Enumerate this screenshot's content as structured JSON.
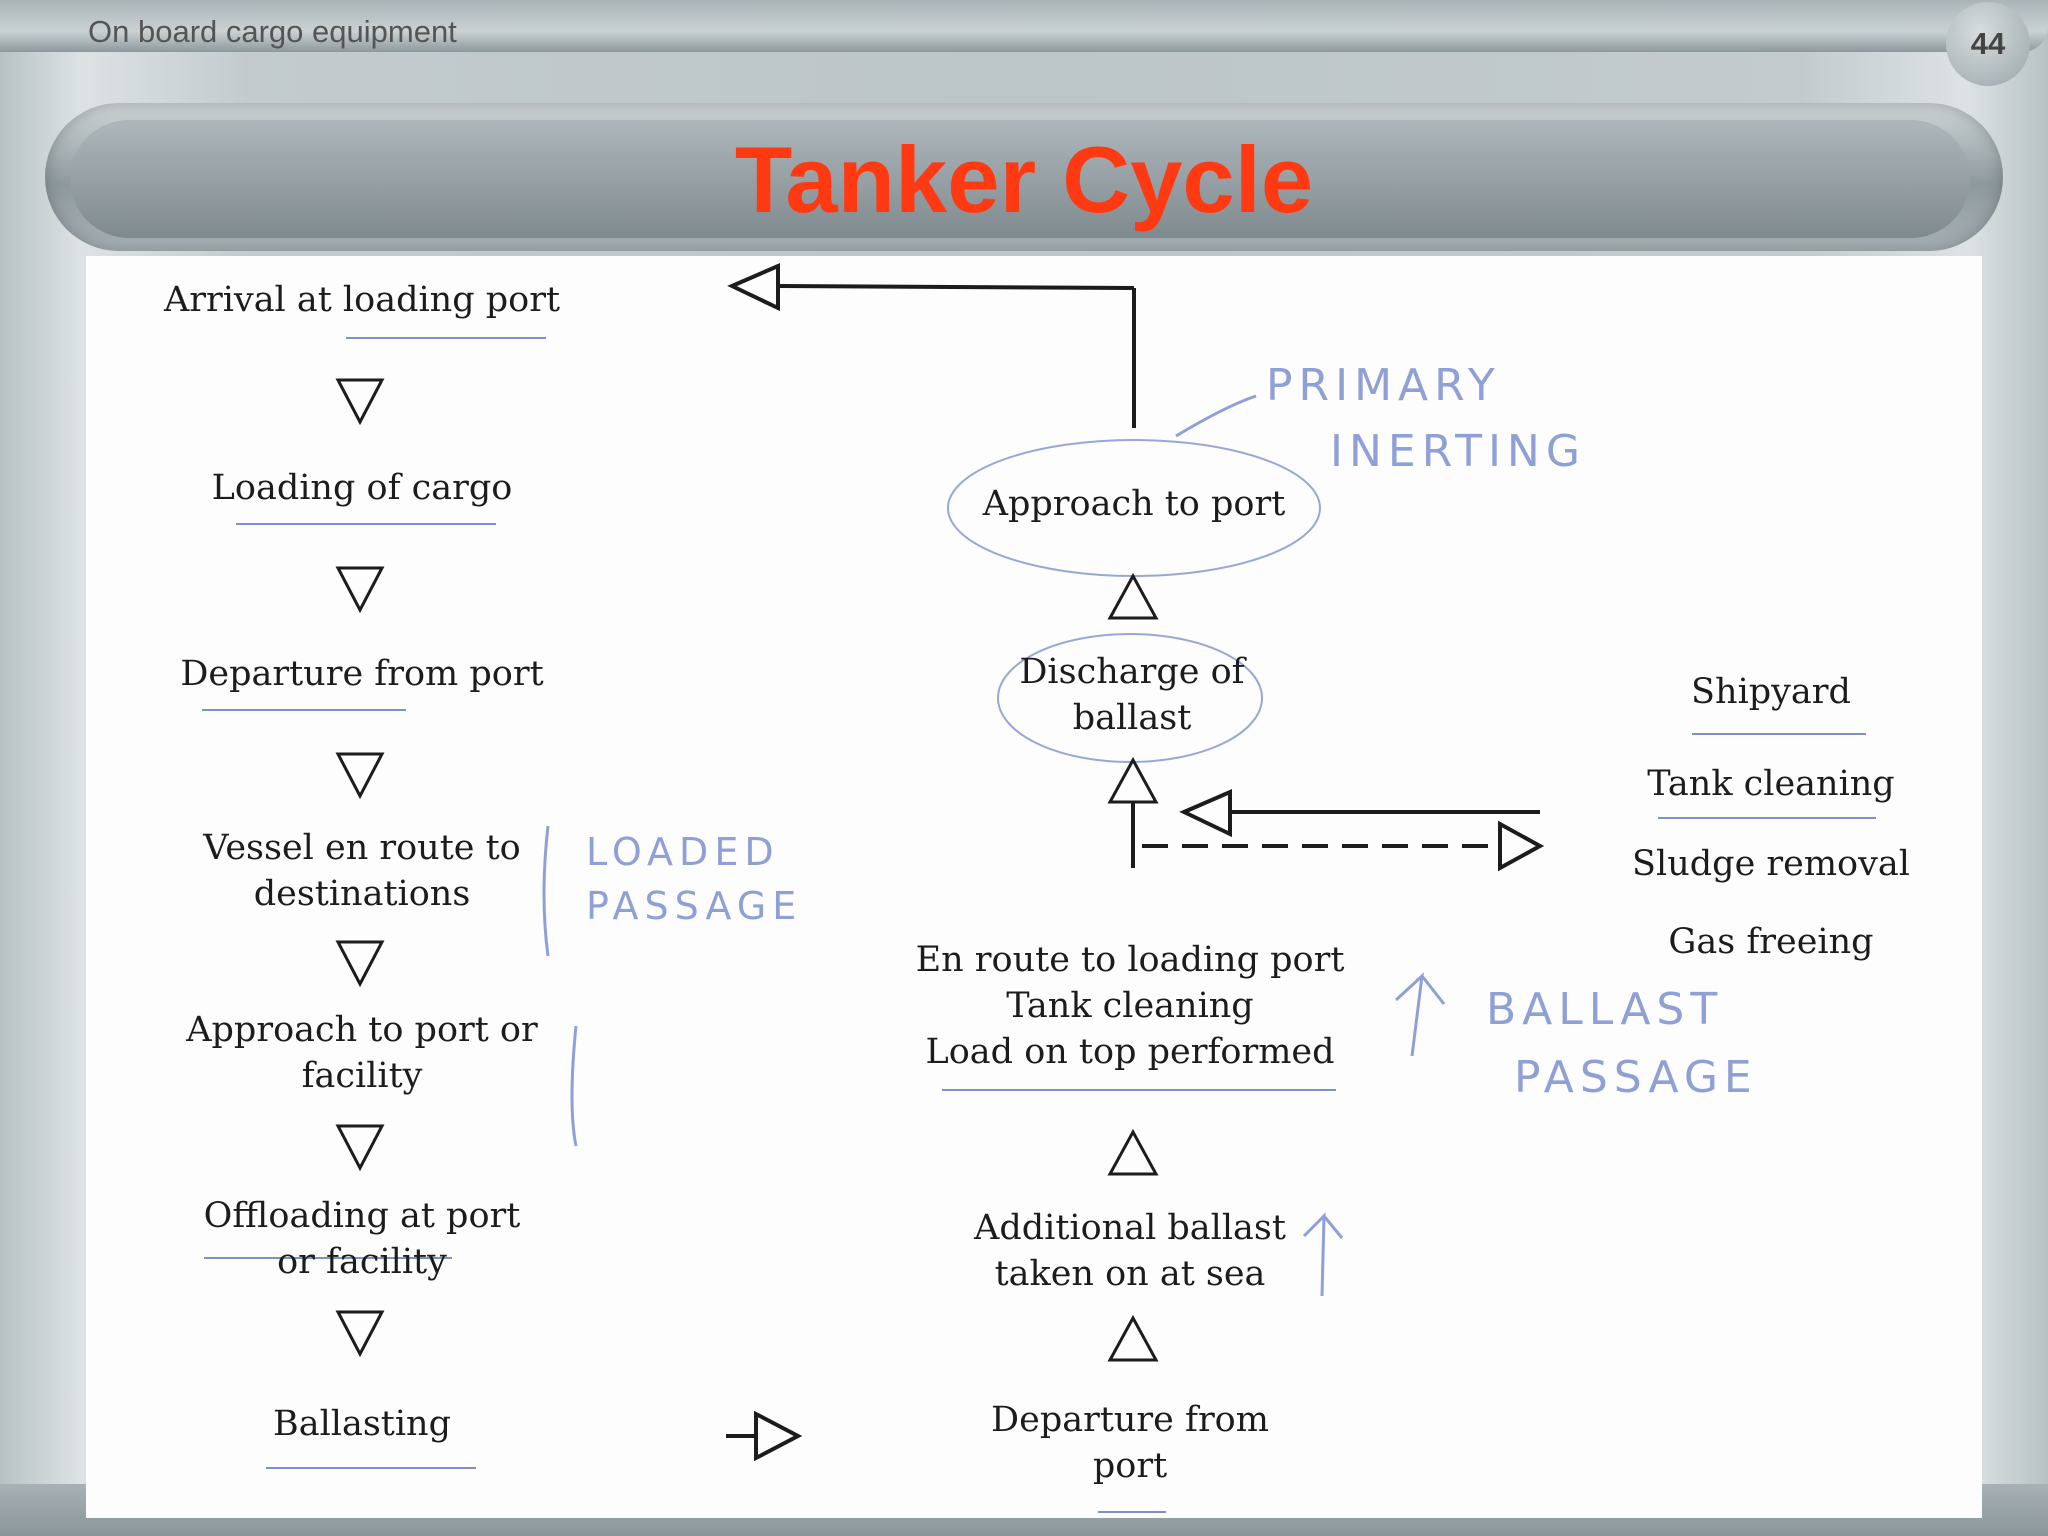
{
  "header": {
    "label": "On board cargo equipment",
    "page_number": "44"
  },
  "slide": {
    "title": "Tanker Cycle"
  },
  "diagram": {
    "left_column": {
      "arrival": "Arrival at loading port",
      "loading": "Loading of cargo",
      "departure": "Departure from port",
      "en_route_1": "Vessel en route to",
      "en_route_2": "destinations",
      "approach_1": "Approach to port or",
      "approach_2": "facility",
      "offloading_1": "Offloading at port",
      "offloading_2": "or facility",
      "ballasting": "Ballasting"
    },
    "middle_column": {
      "approach": "Approach to port",
      "discharge_1": "Discharge of",
      "discharge_2": "ballast",
      "en_route_1": "En route to loading port",
      "en_route_2": "Tank cleaning",
      "en_route_3": "Load on top performed",
      "additional_1": "Additional ballast",
      "additional_2": "taken on at sea",
      "departure_1": "Departure from",
      "departure_2": "port"
    },
    "right_column": {
      "shipyard": "Shipyard",
      "tank_cleaning": "Tank cleaning",
      "sludge_removal": "Sludge removal",
      "gas_freeing": "Gas freeing"
    },
    "handwritten": {
      "primary_1": "PRIMARY",
      "primary_2": "INERTING",
      "loaded_1": "LOADED",
      "loaded_2": "PASSAGE",
      "ballast_1": "BALLAST",
      "ballast_2": "PASSAGE"
    }
  }
}
